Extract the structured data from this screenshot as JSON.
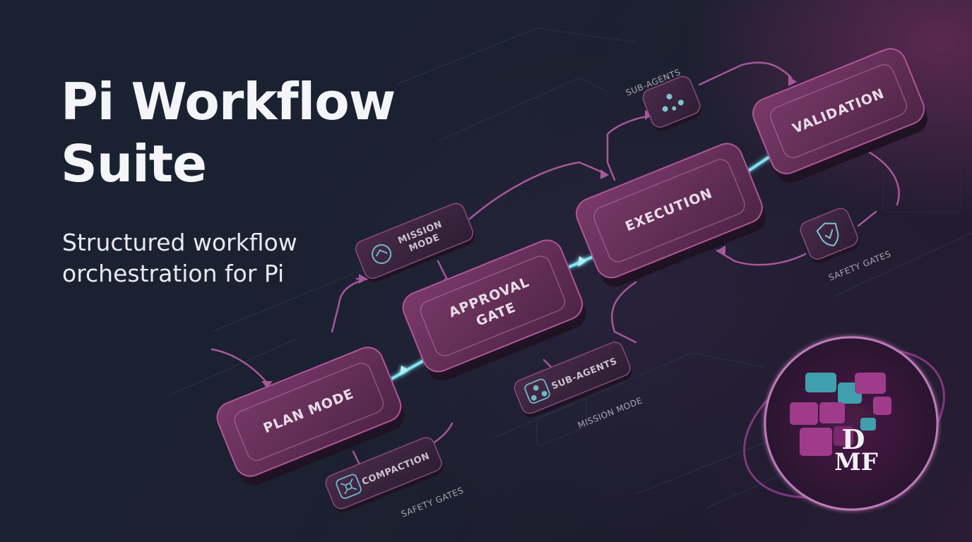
{
  "headline": {
    "line1": "Pi Workflow",
    "line2": "Suite"
  },
  "tagline": {
    "line1": "Structured workflow",
    "line2": "orchestration for Pi"
  },
  "nodes": {
    "plan_mode": "PLAN MODE",
    "approval_gate_1": "APPROVAL",
    "approval_gate_2": "GATE",
    "execution": "EXECUTION",
    "validation": "VALIDATION"
  },
  "chips": {
    "mission_mode_1": "MISSION",
    "mission_mode_2": "MODE",
    "sub_agents_chip": "SUB-AGENTS",
    "compaction_chip": "COMPACTION"
  },
  "captions": {
    "sub_agents_top": "SUB-AGENTS",
    "safety_gates_right": "SAFETY GATES",
    "mission_mode_bottom": "MISSION MODE",
    "safety_gates_bottom": "SAFETY GATES"
  },
  "logo": {
    "text_top": "D",
    "text_bottom": "MF"
  },
  "colors": {
    "node_fill": "#5a2a4e",
    "node_edge": "#b0569a",
    "connector": "#b2629e",
    "arrow_glow": "#7fe3f0",
    "logo_teal": "#3f9fae",
    "logo_magenta": "#a03b8b"
  }
}
